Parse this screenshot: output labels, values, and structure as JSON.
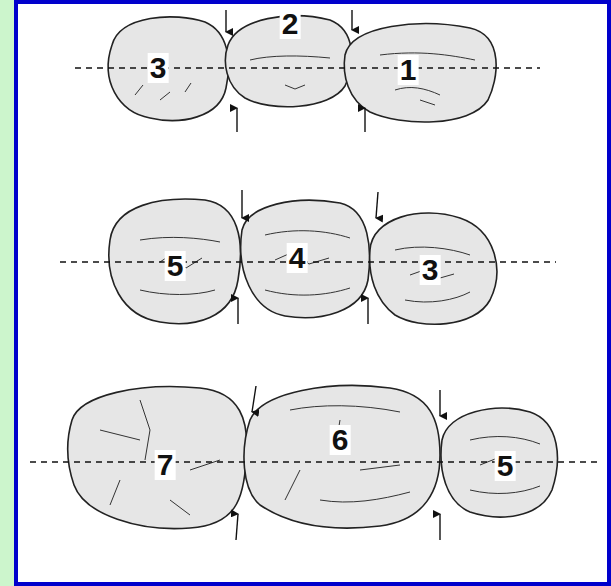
{
  "diagram": {
    "labels": [
      "3",
      "2",
      "1",
      "5",
      "4",
      "3",
      "7",
      "6",
      "5"
    ]
  }
}
